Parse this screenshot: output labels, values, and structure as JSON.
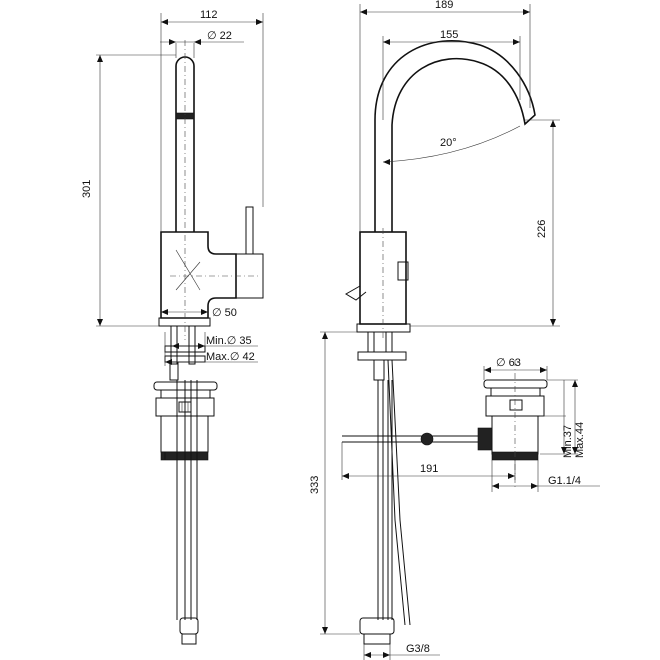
{
  "dimensions": {
    "spout_width": "112",
    "spout_diameter": "∅ 22",
    "total_height": "301",
    "body_diameter": "∅ 50",
    "min_hole": "Min.∅ 35",
    "max_hole": "Max.∅ 42",
    "overall_depth": "189",
    "spout_reach": "155",
    "swivel_angle": "20°",
    "spout_height": "226",
    "waste_diameter": "∅ 63",
    "waste_min": "Min.37",
    "waste_max": "Max.44",
    "rod_length": "191",
    "hose_length": "333",
    "waste_thread": "G1.1/4",
    "hose_thread": "G3/8"
  }
}
